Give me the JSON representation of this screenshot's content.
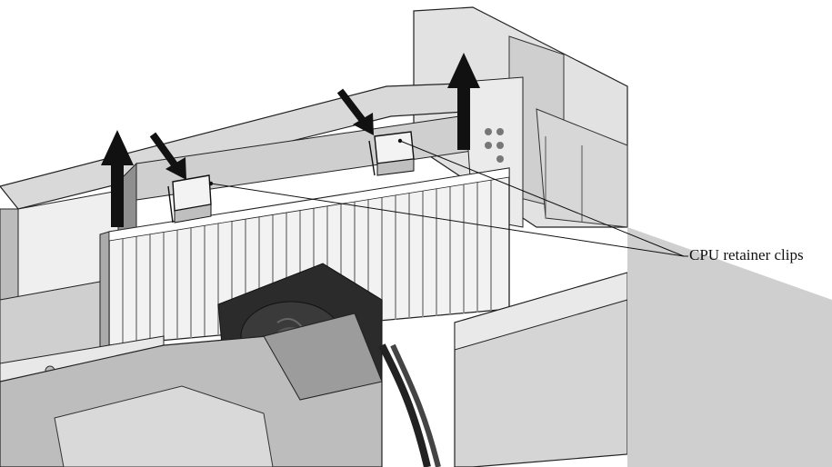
{
  "figure": {
    "callout_label": "CPU retainer clips",
    "callout_target_count": 2,
    "subject_icon": "cpu-heatsink-with-fan",
    "lift_direction": "up",
    "press_direction": "down-right"
  },
  "colors": {
    "ink": "#111111",
    "frame_light": "#e6e6e6",
    "frame_mid": "#c8c8c8",
    "frame_dark": "#8a8a8a",
    "shadow": "#4a4a4a",
    "heatsink_fin": "#f4f4f4",
    "heatsink_gap": "#9a9a9a",
    "fan": "#2e2e2e"
  }
}
